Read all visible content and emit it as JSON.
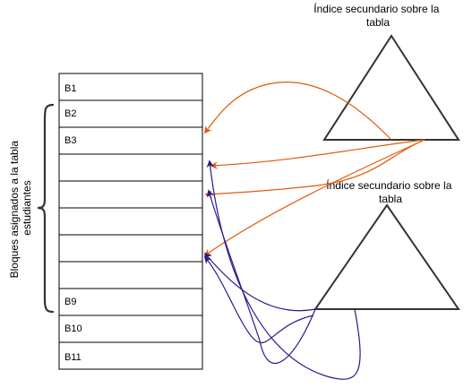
{
  "blocks": {
    "rows": [
      "B1",
      "B2",
      "B3",
      "",
      "",
      "",
      "",
      "",
      "B9",
      "B10",
      "B11"
    ]
  },
  "brace_label": {
    "line1": "Bloques asignados a la tabla",
    "line2": "estudiantes"
  },
  "index_top": {
    "line1": "Índice secundario sobre la",
    "line2": "tabla"
  },
  "index_bottom": {
    "line1": "Índice secundario sobre la",
    "line2": "tabla"
  },
  "colors": {
    "orange_arrow": "#E05A0C",
    "blue_arrow": "#2B1B8A",
    "outline": "#333333"
  }
}
